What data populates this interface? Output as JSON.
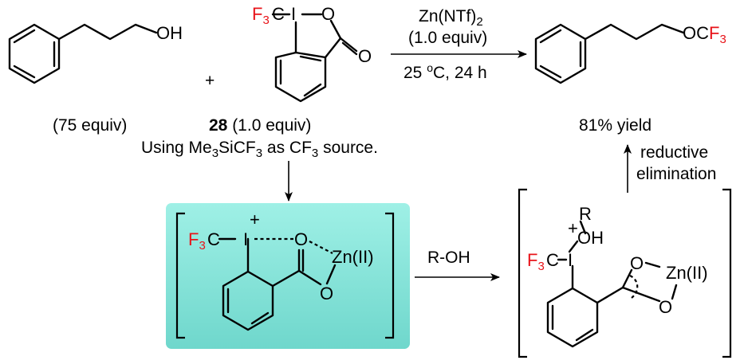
{
  "reactant_alcohol": {
    "atom_oh": "OH",
    "amount_label": "(75 equiv)"
  },
  "plus_sign": "+",
  "reagent_28": {
    "atom_f3": "F",
    "atom_f3_sub": "3",
    "atom_c": "C",
    "atom_i": "I",
    "atom_o_ring": "O",
    "atom_o_carbonyl": "O",
    "compound_number": "28",
    "amount_label": " (1.0 equiv)",
    "note_pre": "Using Me",
    "note_sub1": "3",
    "note_mid": "SiCF",
    "note_sub2": "3",
    "note_post": " as CF",
    "note_sub3": "3",
    "note_end": " source."
  },
  "conditions": {
    "reagent_pre": "Zn(NTf)",
    "reagent_sub": "2",
    "reagent_amount": "(1.0 equiv)",
    "temp_pre": "25 ",
    "temp_sup": "o",
    "temp_post": "C, 24 h"
  },
  "product": {
    "atom_oc": "OC",
    "atom_f3": "F",
    "atom_f3_sub": "3",
    "yield_label": "81% yield"
  },
  "step_label_reductive": "reductive",
  "step_label_elimination": "elimination",
  "intermediate_1": {
    "highlight_color": "#7fe0d6",
    "charge": "+",
    "atom_f3": "F",
    "atom_f3_sub": "3",
    "atom_c": "C",
    "atom_i": "I",
    "atom_o_top": "O",
    "atom_o_bottom": "O",
    "atom_zn": "Zn(II)"
  },
  "step_label_roh": "R-OH",
  "intermediate_2": {
    "atom_r": "R",
    "charge": "+",
    "atom_oh": "OH",
    "atom_f3": "F",
    "atom_f3_sub": "3",
    "atom_c": "C",
    "atom_i": "I",
    "atom_o_top": "O",
    "atom_o_bottom": "O",
    "atom_zn": "Zn(II)"
  },
  "colors": {
    "fluorine": "#e8141a",
    "highlight": "#7fe0d6"
  }
}
